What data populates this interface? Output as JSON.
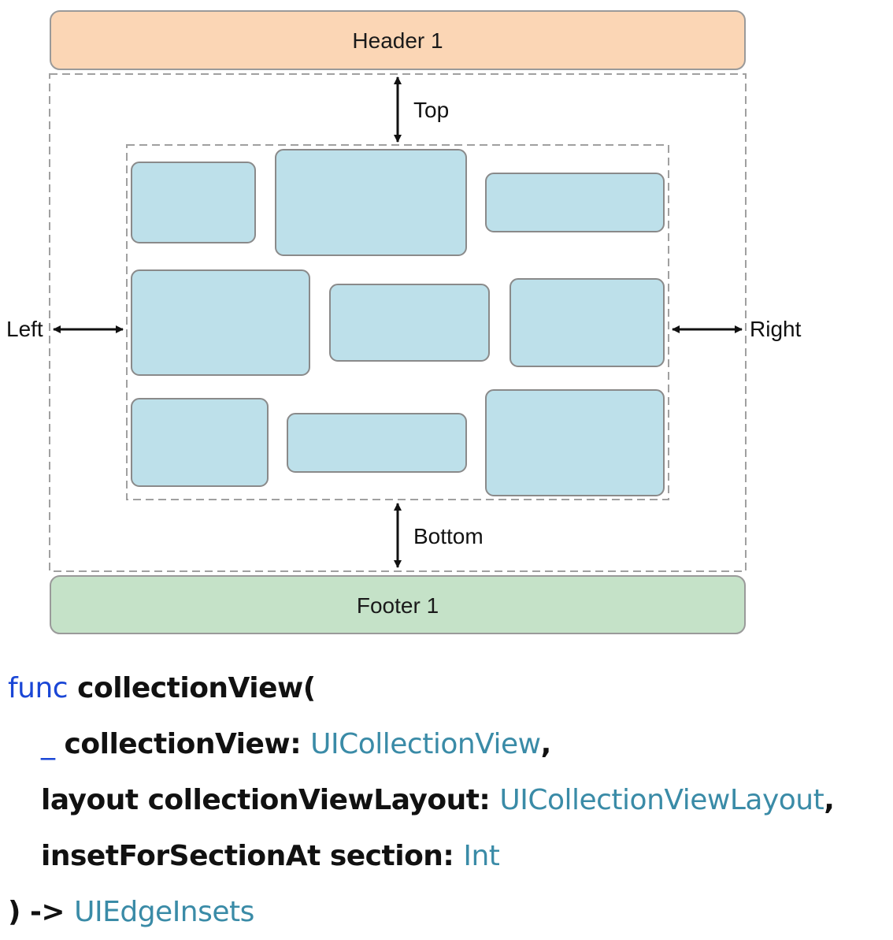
{
  "diagram": {
    "header_label": "Header 1",
    "footer_label": "Footer 1",
    "inset_labels": {
      "top": "Top",
      "bottom": "Bottom",
      "left": "Left",
      "right": "Right"
    },
    "colors": {
      "header_fill": "#fbd6b5",
      "footer_fill": "#c5e2c8",
      "cell_fill": "#bde0ea",
      "cell_stroke": "#8a8a8a",
      "dashed_stroke": "#a0a0a0"
    }
  },
  "code": {
    "line1": {
      "keyword": "func",
      "rest": " collectionView("
    },
    "line2": {
      "underscore": "_",
      "label": " collectionView: ",
      "type": "UICollectionView",
      "suffix": ","
    },
    "line3": {
      "label": "layout collectionViewLayout: ",
      "type": "UICollectionViewLayout",
      "suffix": ","
    },
    "line4": {
      "label": "insetForSectionAt section: ",
      "type": "Int"
    },
    "line5": {
      "prefix": ") -> ",
      "type": "UIEdgeInsets"
    },
    "colors": {
      "keyword": "#1a46d6",
      "type": "#3a8ba7",
      "text": "#111111"
    }
  }
}
